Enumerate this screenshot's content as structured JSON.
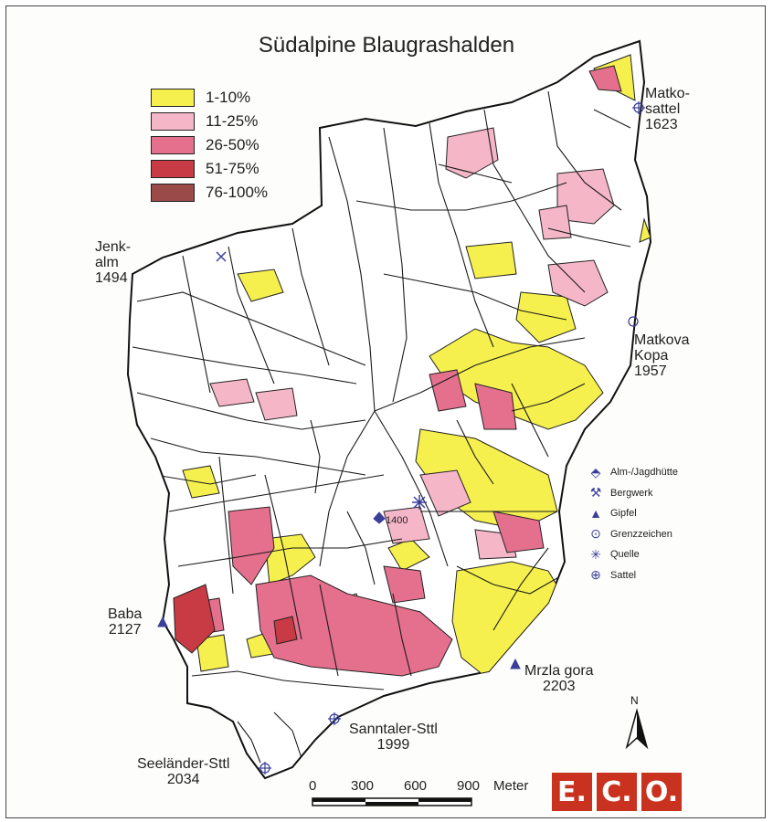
{
  "title": "Südalpine Blaugrashalden",
  "legend": [
    {
      "label": "1-10%",
      "color": "#f6f04e"
    },
    {
      "label": "11-25%",
      "color": "#f5b6c8"
    },
    {
      "label": "26-50%",
      "color": "#e4708e"
    },
    {
      "label": "51-75%",
      "color": "#c83a44"
    },
    {
      "label": "76-100%",
      "color": "#9a4a48"
    }
  ],
  "places": {
    "matko_sattel": {
      "name_line1": "Matko-",
      "name_line2": "sattel",
      "elevation": "1623"
    },
    "jenk_alm": {
      "name_line1": "Jenk-",
      "name_line2": "alm",
      "elevation": "1494"
    },
    "matkova_kopa": {
      "name": "Matkova",
      "name_line2": "Kopa",
      "elevation": "1957"
    },
    "baba": {
      "name": "Baba",
      "elevation": "2127"
    },
    "mrzla_gora": {
      "name": "Mrzla gora",
      "elevation": "2203"
    },
    "sanntaler_sattel": {
      "name": "Sanntaler-Sttl",
      "elevation": "1999"
    },
    "seelaender_sattel": {
      "name": "Seeländer-Sttl",
      "elevation": "2034"
    },
    "spot_height": {
      "label": "1400"
    }
  },
  "symbol_legend": [
    {
      "icon": "alm-hut-icon",
      "label": "Alm-/Jagdhütte",
      "glyph": "⬘"
    },
    {
      "icon": "mine-icon",
      "label": "Bergwerk",
      "glyph": "⚒"
    },
    {
      "icon": "summit-icon",
      "label": "Gipfel",
      "glyph": "▲"
    },
    {
      "icon": "boundary-marker-icon",
      "label": "Grenzzeichen",
      "glyph": "⊙"
    },
    {
      "icon": "spring-icon",
      "label": "Quelle",
      "glyph": "✳"
    },
    {
      "icon": "saddle-icon",
      "label": "Sattel",
      "glyph": "⊕"
    }
  ],
  "scale_bar": {
    "ticks": [
      "0",
      "300",
      "600",
      "900"
    ],
    "unit": "Meter"
  },
  "north": {
    "letter": "N"
  },
  "logo": {
    "letters": [
      "E.",
      "C.",
      "O."
    ]
  }
}
